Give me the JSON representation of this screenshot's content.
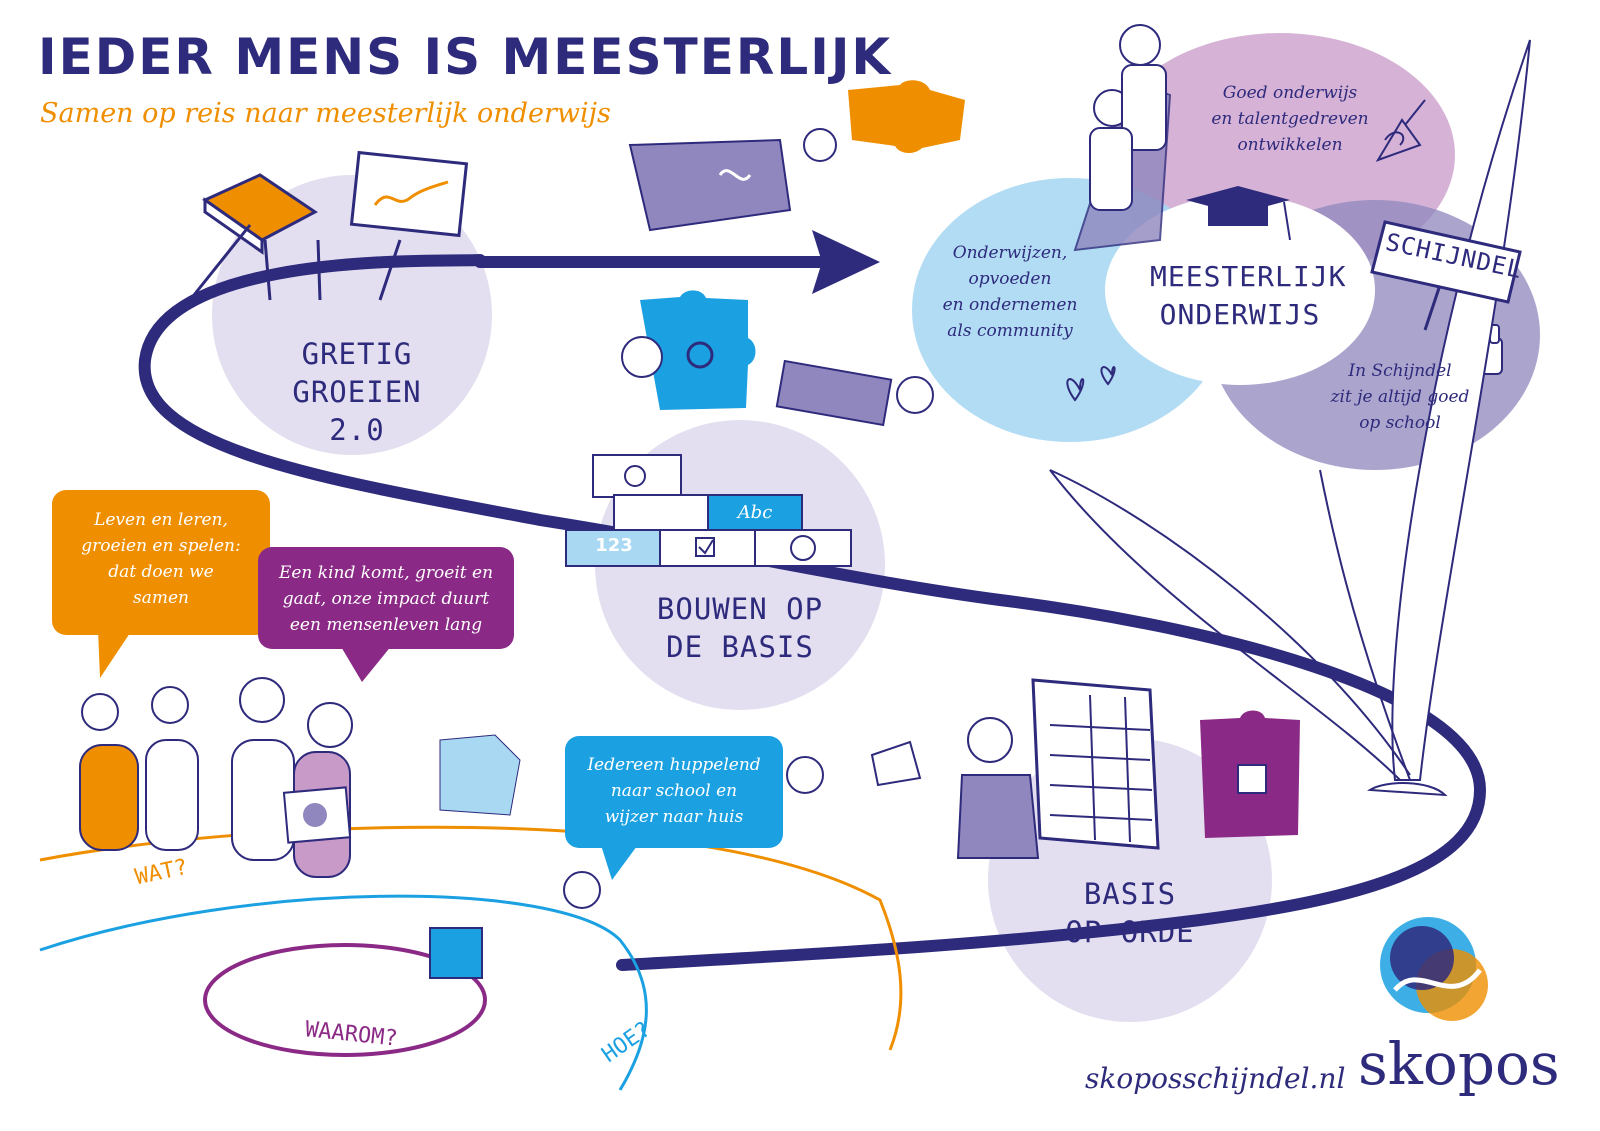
{
  "header": {
    "title": "IEDER MENS IS MEESTERLIJK",
    "subtitle": "Samen op reis naar meesterlijk onderwijs"
  },
  "stages": {
    "gretig": "GRETIG\nGROEIEN 2.0",
    "bouwen": "BOUWEN OP\nDE BASIS",
    "basis": "BASIS\nOP ORDE"
  },
  "goal": {
    "center": "MEESTERLIJK\nONDERWIJS",
    "top": "Goed onderwijs\nen talentgedreven\nontwikkelen",
    "left": "Onderwijzen,\nopvoeden\nen ondernemen\nals community",
    "right": "In Schijndel\nzit je altijd goed\nop school"
  },
  "sign": "SCHIJNDEL",
  "blocks": {
    "abc": "Abc",
    "num": "123"
  },
  "bubbles": {
    "orange": "Leven en leren,\ngroeien en spelen:\ndat doen we\nsamen",
    "purple": "Een kind komt, groeit en\ngaat, onze impact duurt\neen mensenleven lang",
    "blue": "Iedereen huppelend\nnaar school en\nwijzer naar huis"
  },
  "route_labels": {
    "wat": "WAT?",
    "waarom": "WAAROM?",
    "hoe": "HOE?"
  },
  "footer": {
    "url": "skoposschijndel.nl",
    "brand": "skopos"
  },
  "colors": {
    "navy": "#2e2a7c",
    "orange": "#ef8f00",
    "purple": "#8b2a86",
    "blue": "#1ba1e2",
    "lavender": "#e3dff0",
    "lightblue": "#a9d8f3",
    "pink": "#c89ac8",
    "violet": "#8f87be"
  }
}
